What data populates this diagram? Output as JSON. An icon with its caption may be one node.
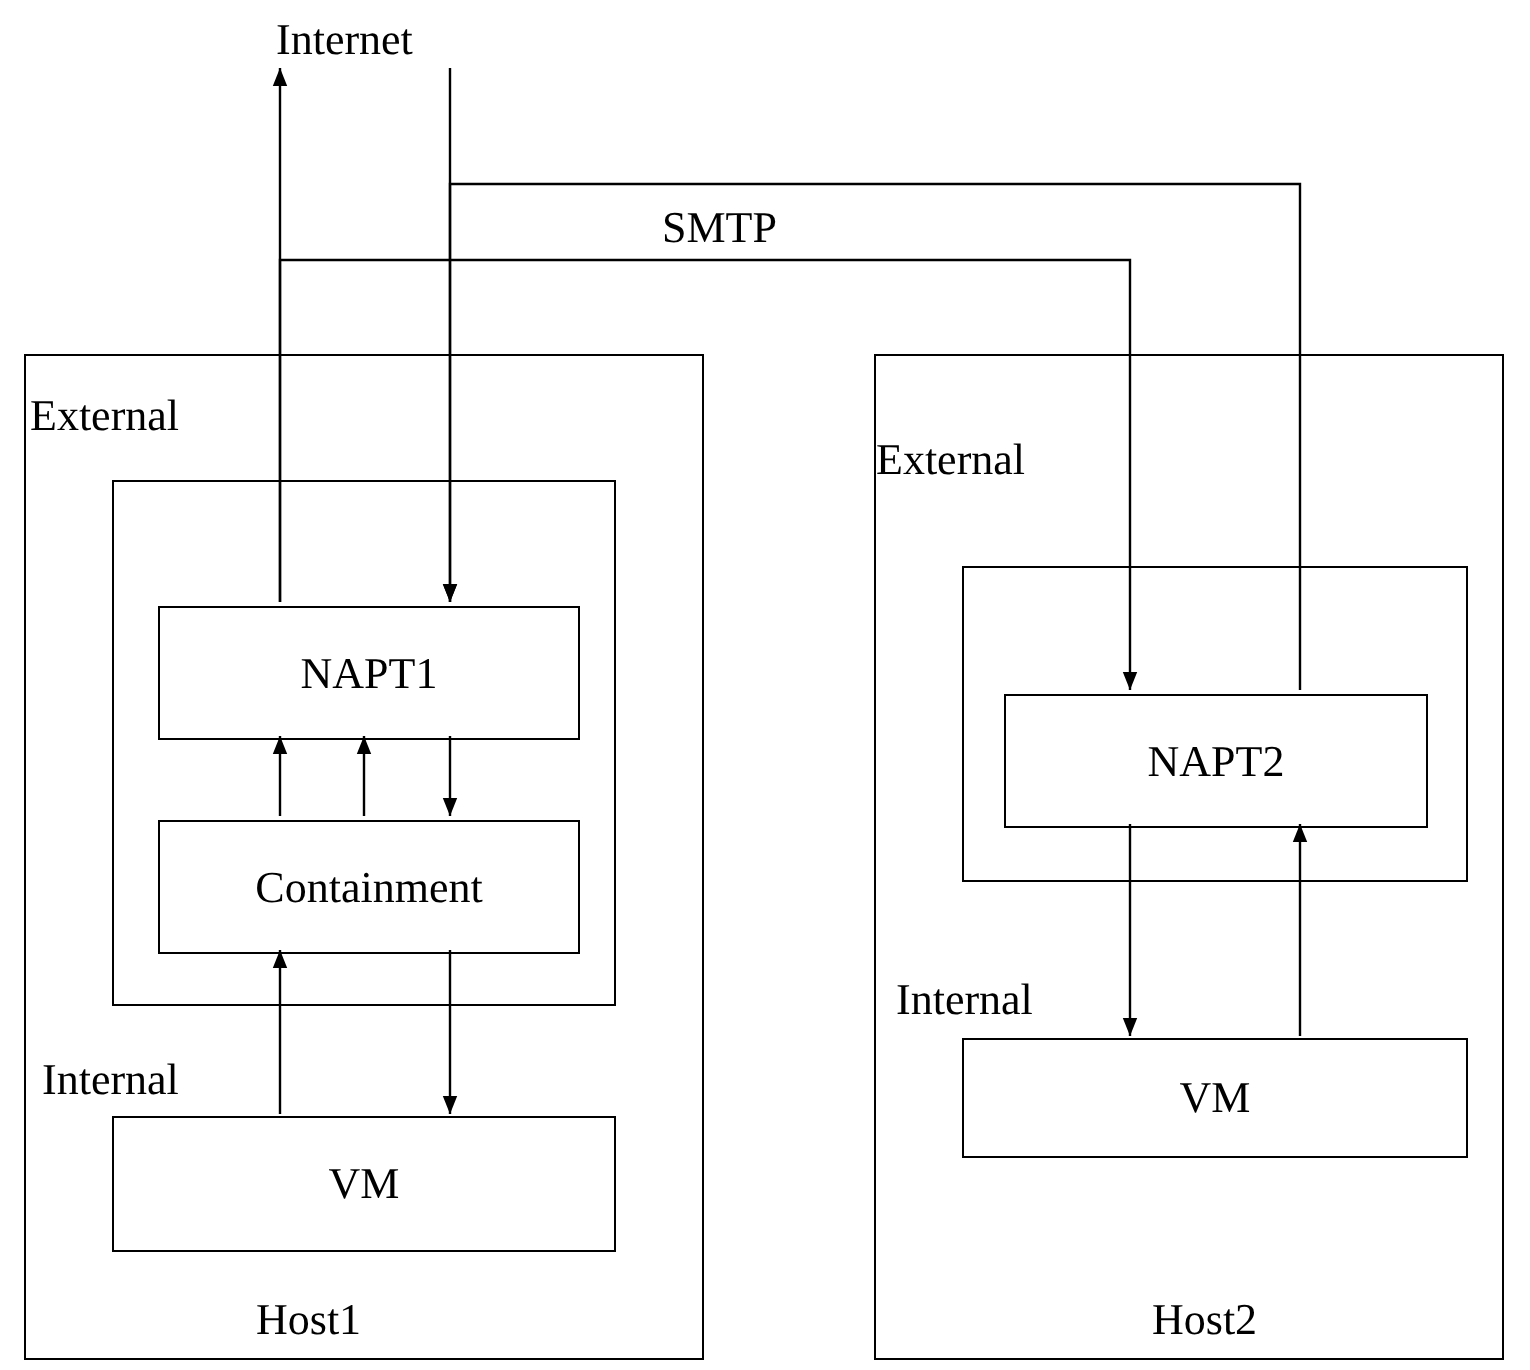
{
  "diagram": {
    "nodes": [
      {
        "text": [
          "Internet"
        ]
      },
      {
        "text": [
          "External",
          "Internal",
          "Host1"
        ]
      },
      {
        "text": [],
        "shape": "box",
        "in": 1
      },
      {
        "text": [
          "NAPT1"
        ],
        "in": 2
      },
      {
        "text": [
          "Containment"
        ],
        "in": 2
      },
      {
        "text": [
          "VM"
        ],
        "in": 1
      },
      {
        "text": [
          "External",
          "Internal",
          "Host2"
        ]
      },
      {
        "text": [],
        "shape": "box",
        "in": 6
      },
      {
        "text": [
          "NAPT2"
        ],
        "in": 7
      },
      {
        "text": [
          "VM"
        ],
        "in": 6
      }
    ],
    "edges": [
      {
        "from": 3,
        "to": 0,
        "arrow": "to"
      },
      {
        "from": 0,
        "to": 3,
        "arrow": "to"
      },
      {
        "from": 8,
        "to": 3,
        "arrow": "to"
      },
      {
        "from": 3,
        "to": 8,
        "arrow": "to",
        "label": "SMTP"
      },
      {
        "from": 4,
        "to": 3,
        "arrow": "to"
      },
      {
        "from": 4,
        "to": 3,
        "arrow": "to"
      },
      {
        "from": 3,
        "to": 4,
        "arrow": "to"
      },
      {
        "from": 5,
        "to": 4,
        "arrow": "to"
      },
      {
        "from": 4,
        "to": 5,
        "arrow": "to"
      },
      {
        "from": 8,
        "to": 9,
        "arrow": "to"
      },
      {
        "from": 9,
        "to": 8,
        "arrow": "to"
      }
    ]
  }
}
